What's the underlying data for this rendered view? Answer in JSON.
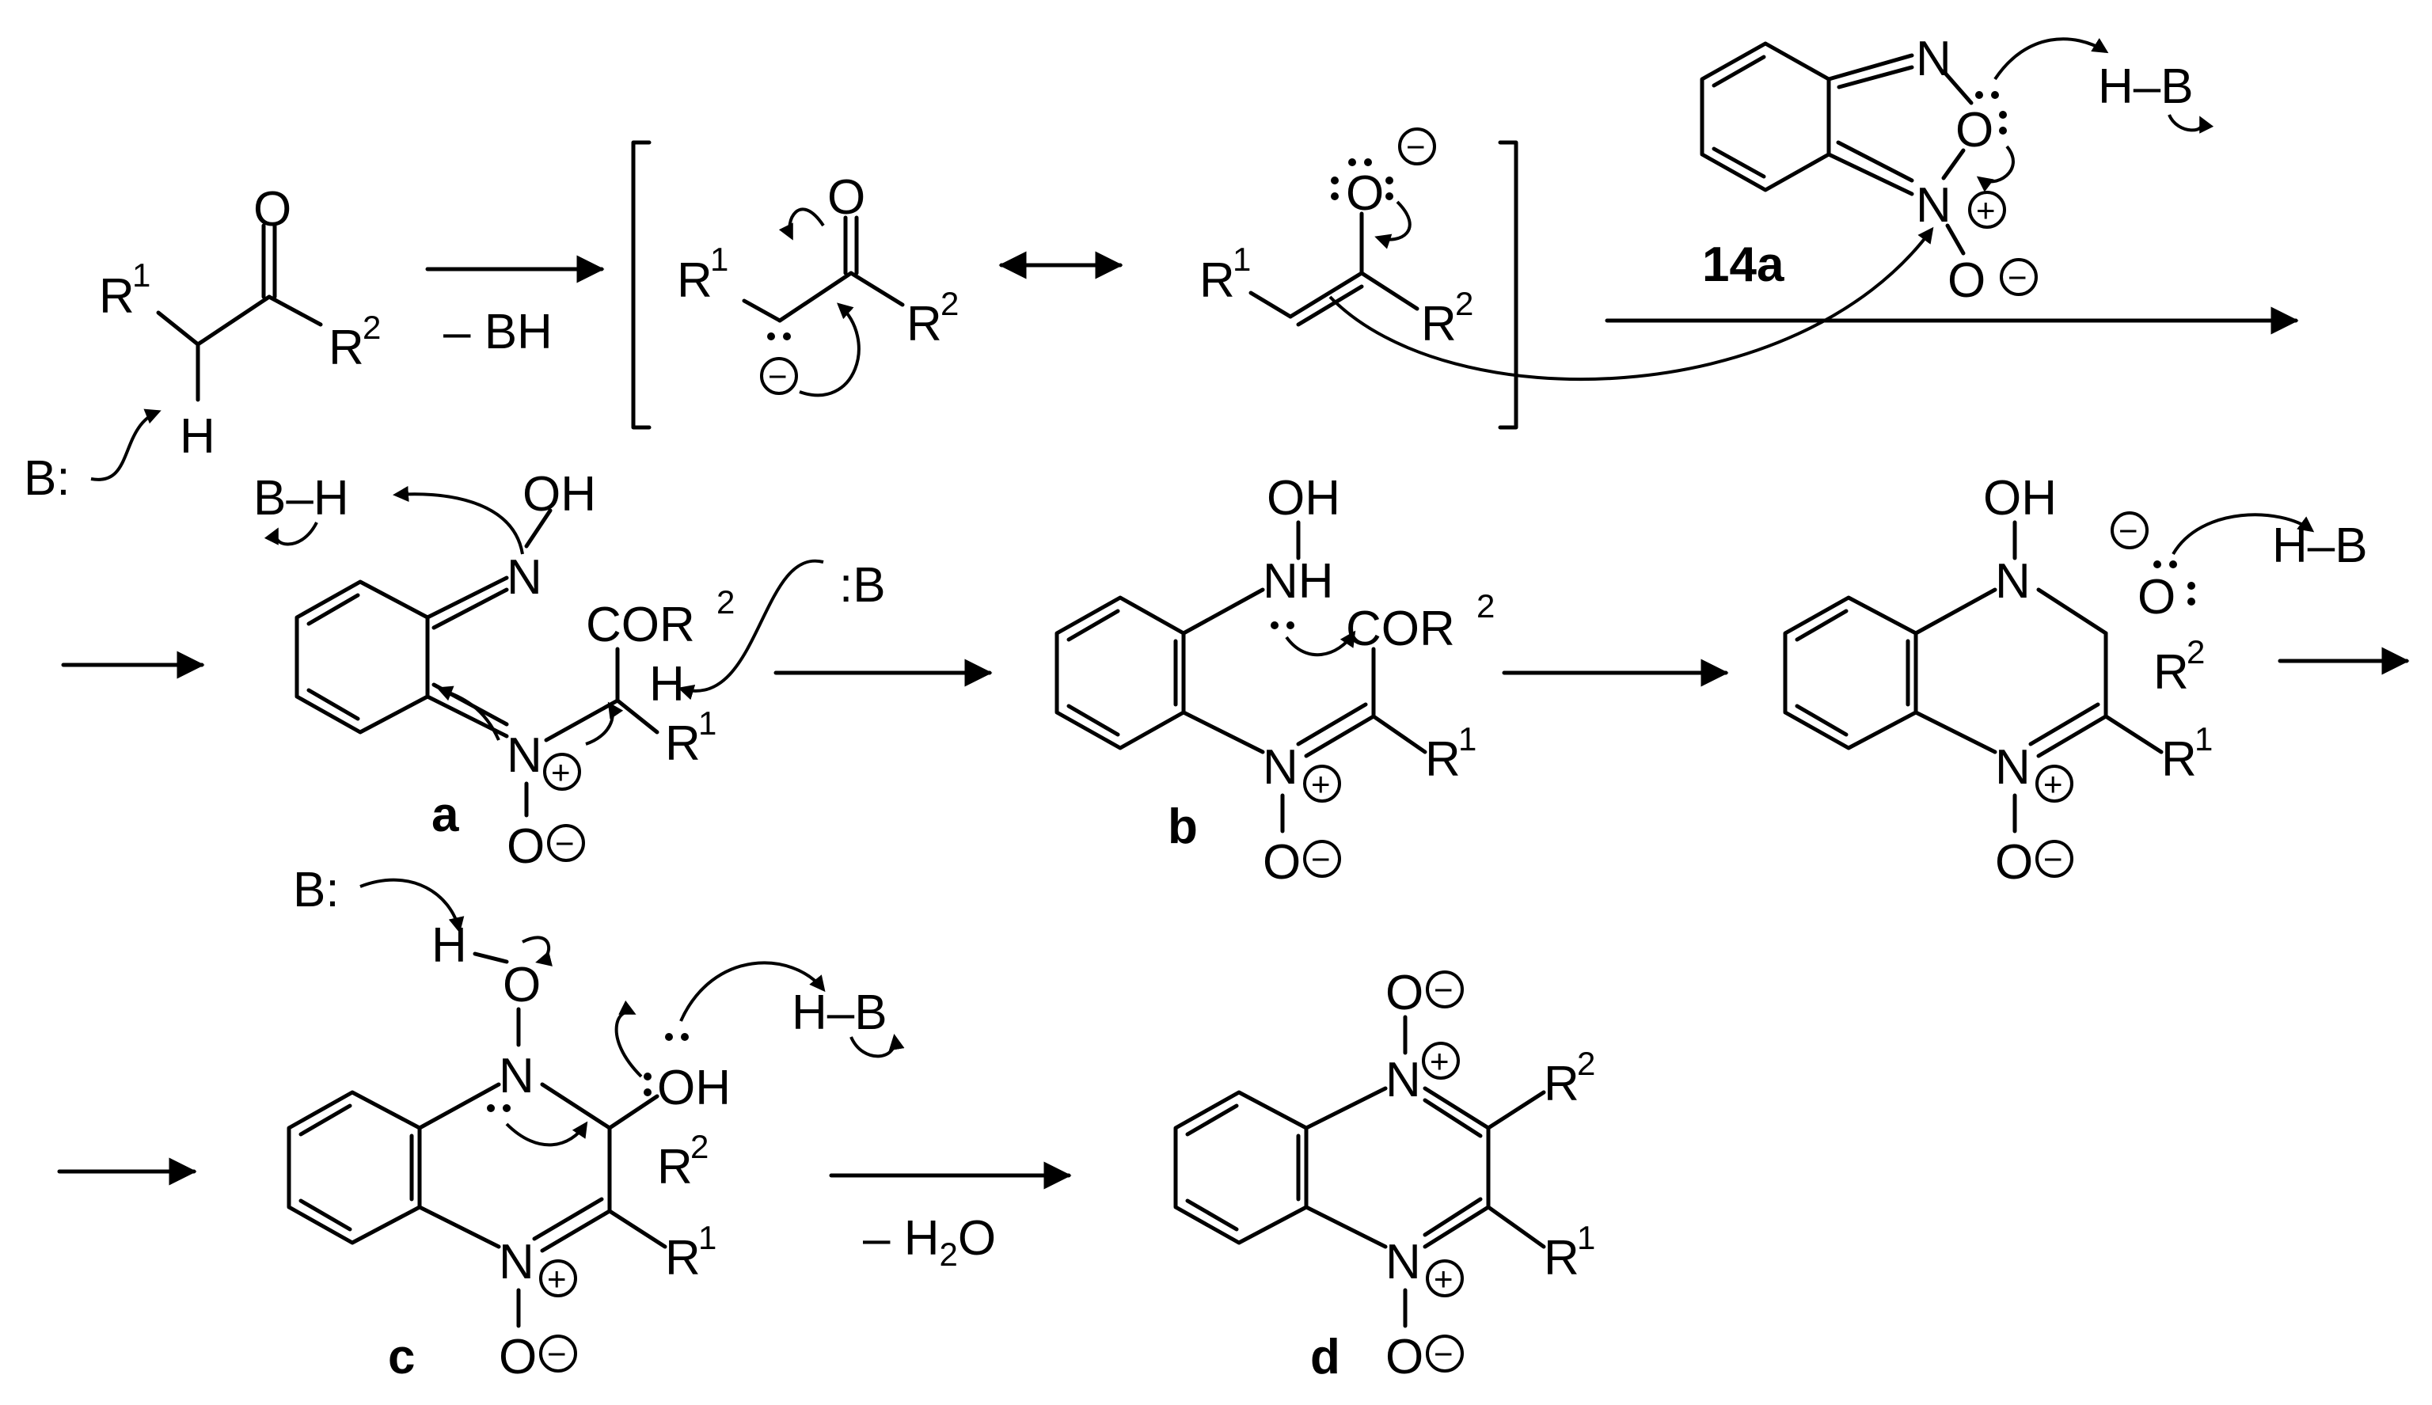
{
  "figure": {
    "step1": {
      "byproduct": "– BH"
    },
    "step_last": {
      "byproduct": "– H2O"
    },
    "labels": {
      "reagent": "14a",
      "a": "a",
      "b": "b",
      "c": "c",
      "d": "d"
    },
    "atoms": {
      "O": "O",
      "N": "N",
      "H": "H",
      "B": "B",
      "R": "R",
      "BH": "H–B",
      "OH": "OH",
      "NH": "NH",
      "CO": "COR",
      "B_lone": "B:",
      "one": "1",
      "two": "2",
      "plus": "+",
      "minus": "−"
    }
  }
}
